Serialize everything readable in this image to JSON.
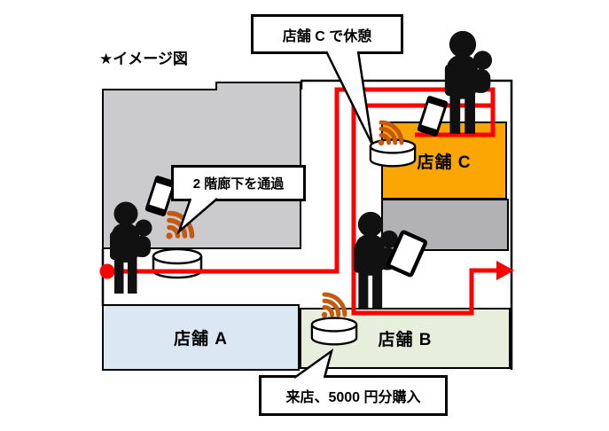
{
  "diagram": {
    "title": "★イメージ図",
    "callouts": [
      {
        "id": "store-c-rest",
        "text": "店舗 C で休憩"
      },
      {
        "id": "corridor-2f",
        "text": "2 階廊下を通過"
      },
      {
        "id": "store-b-visit",
        "text": "来店、5000 円分購入"
      }
    ],
    "stores": [
      {
        "id": "store-a",
        "label": "店舗 A",
        "fill": "#DCE7F4"
      },
      {
        "id": "store-b",
        "label": "店舗 B",
        "fill": "#E7EFDC"
      },
      {
        "id": "store-c",
        "label": "店舗 C",
        "fill": "#FBA602"
      }
    ],
    "areas": {
      "floor2_fill": "#CBCBCD",
      "backroom_fill": "#B2B2B4"
    },
    "colors": {
      "route": "#FF0000",
      "wifi": "#C45911",
      "outline": "#000000",
      "silhouette": "#111111"
    },
    "icons": [
      {
        "name": "beacon-cylinder-icon",
        "count": 3
      },
      {
        "name": "wifi-signal-icon",
        "count": 3
      },
      {
        "name": "person-with-child-icon",
        "count": 3
      },
      {
        "name": "smartphone-icon",
        "count": 2
      },
      {
        "name": "tablet-icon",
        "count": 1
      },
      {
        "name": "route-arrow-icon",
        "count": 1
      },
      {
        "name": "route-start-dot-icon",
        "count": 1
      },
      {
        "name": "star-icon",
        "count": 1
      }
    ]
  }
}
